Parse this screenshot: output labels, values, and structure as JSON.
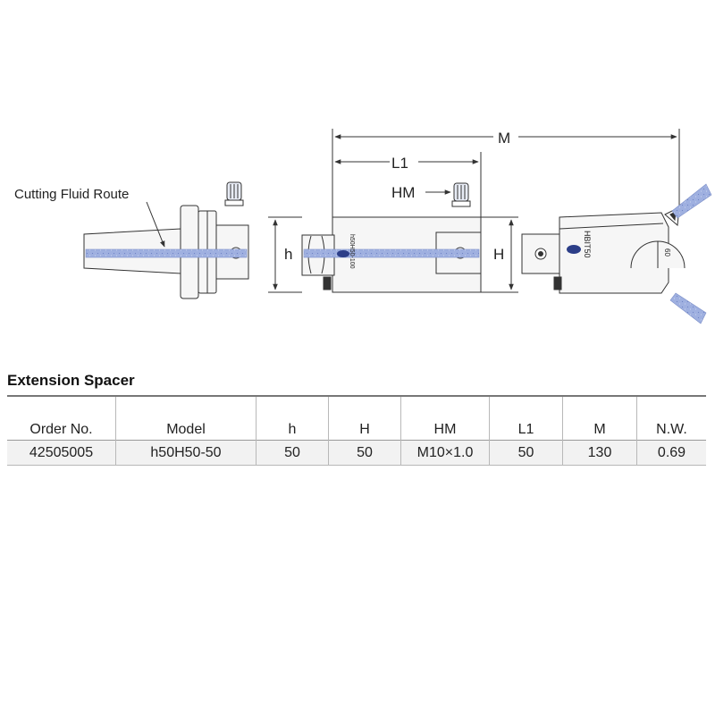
{
  "diagram": {
    "cutting_fluid_label": "Cutting Fluid Route",
    "dim_M": "M",
    "dim_L1": "L1",
    "dim_HM": "HM",
    "dim_h": "h",
    "dim_H": "H",
    "spacer_marking": "h50H50-100",
    "head_marking": "HBIT50",
    "head_scale": "60"
  },
  "section": {
    "title": "Extension Spacer"
  },
  "table": {
    "headers": [
      "Order No.",
      "Model",
      "h",
      "H",
      "HM",
      "L1",
      "M",
      "N.W."
    ],
    "rows": [
      [
        "42505005",
        "h50H50-50",
        "50",
        "50",
        "M10×1.0",
        "50",
        "130",
        "0.69"
      ]
    ]
  },
  "colors": {
    "fluid": "#8fa2d8",
    "line": "#333333",
    "body": "#f6f6f6",
    "dim": "#333333"
  }
}
